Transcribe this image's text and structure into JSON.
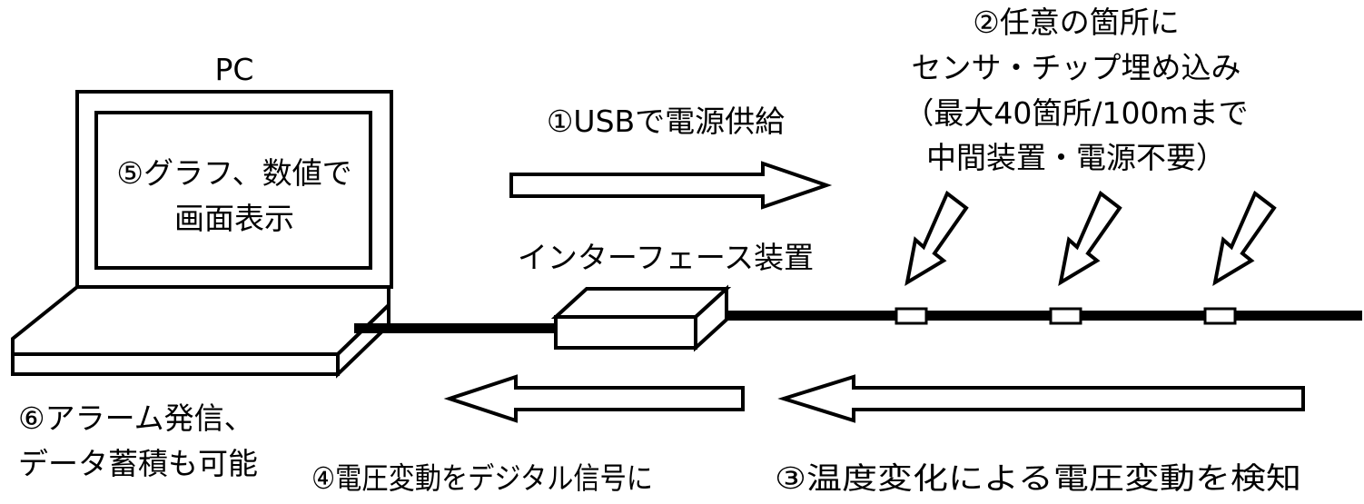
{
  "labels": {
    "pc": "PC",
    "screen_line1": "⑤グラフ、数値で",
    "screen_line2": "画面表示",
    "usb_power": "①USBで電源供給",
    "sensor_line1": "②任意の箇所に",
    "sensor_line2": "センサ・チップ埋め込み",
    "sensor_line3": "（最大40箇所/100mまで",
    "sensor_line4": "中間装置・電源不要）",
    "interface": "インターフェース装置",
    "alarm_line1": "⑥アラーム発信、",
    "alarm_line2": "データ蓄積も可能",
    "digital_signal": "④電圧変動をデジタル信号に",
    "voltage_detect": "③温度変化による電圧変動を検知"
  },
  "colors": {
    "stroke": "#000000",
    "fill": "#ffffff",
    "cable": "#000000"
  }
}
